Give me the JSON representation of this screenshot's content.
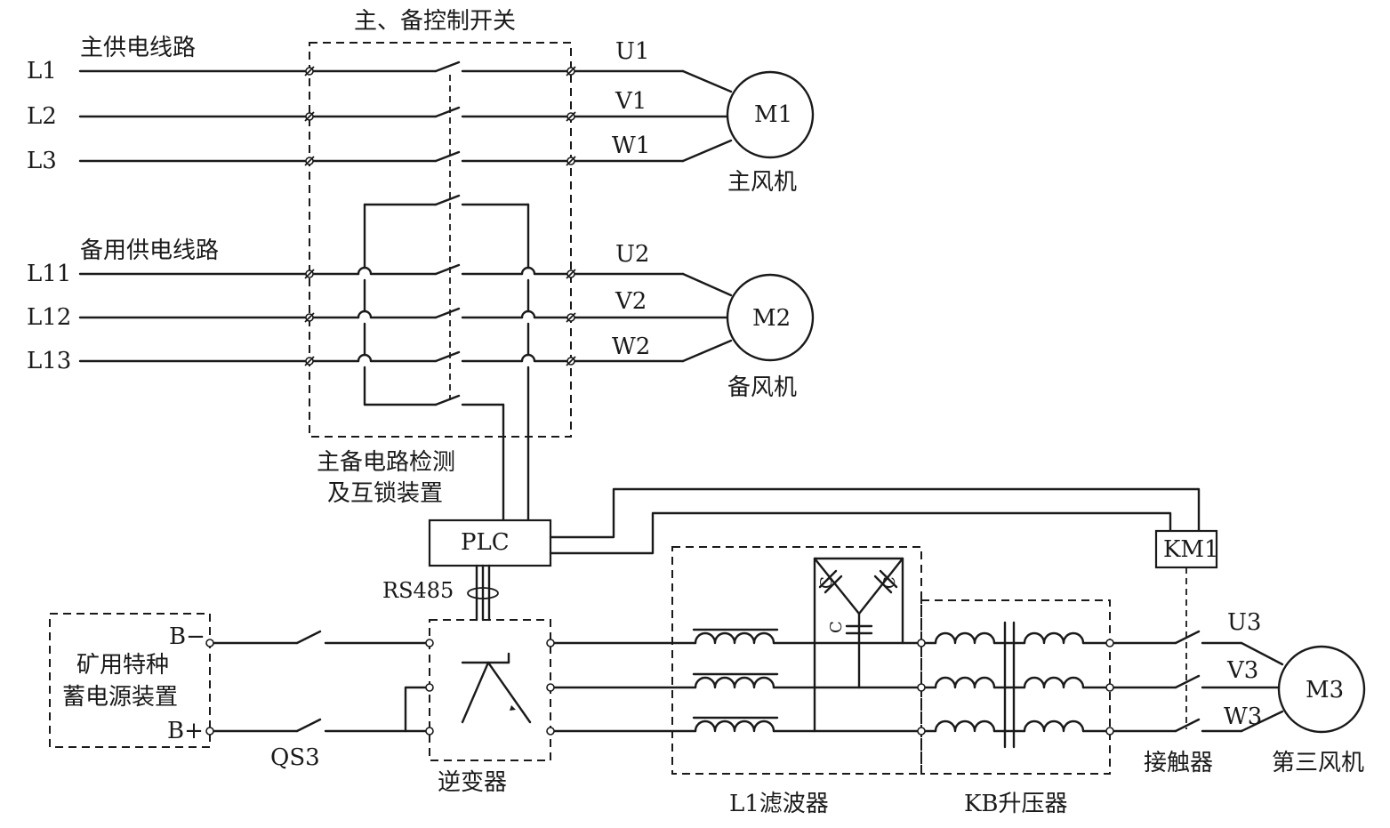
{
  "labels": {
    "switch_title": "主、备控制开关",
    "main_line": "主供电线路",
    "backup_line": "备用供电线路",
    "L1": "L1",
    "L2": "L2",
    "L3": "L3",
    "L11": "L11",
    "L12": "L12",
    "L13": "L13",
    "U1": "U1",
    "V1": "V1",
    "W1": "W1",
    "U2": "U2",
    "V2": "V2",
    "W2": "W2",
    "U3": "U3",
    "V3": "V3",
    "W3": "W3",
    "M1": "M1",
    "M2": "M2",
    "M3": "M3",
    "main_fan": "主风机",
    "backup_fan": "备风机",
    "third_fan": "第三风机",
    "detect_line1": "主备电路检测",
    "detect_line2": "及互锁装置",
    "plc": "PLC",
    "rs485": "RS485",
    "km1": "KM1",
    "battery_line1": "矿用特种",
    "battery_line2": "蓄电源装置",
    "b_minus": "B−",
    "b_plus": "B+",
    "qs3": "QS3",
    "inverter": "逆变器",
    "filter": "L1滤波器",
    "booster": "KB升压器",
    "contactor": "接触器",
    "cap": "C"
  }
}
